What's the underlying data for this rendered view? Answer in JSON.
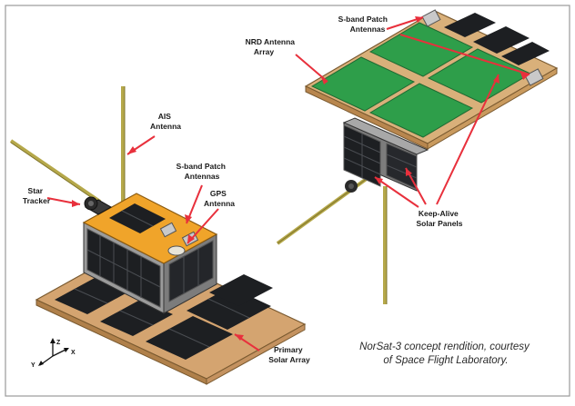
{
  "callouts": {
    "sband_top": [
      "S-band Patch",
      "Antennas"
    ],
    "nrd": [
      "NRD Antenna",
      "Array"
    ],
    "ais": [
      "AIS",
      "Antenna"
    ],
    "sband_left": [
      "S-band Patch",
      "Antennas"
    ],
    "gps": [
      "GPS",
      "Antenna"
    ],
    "star": [
      "Star",
      "Tracker"
    ],
    "keep_alive": [
      "Keep-Alive",
      "Solar Panels"
    ],
    "primary": [
      "Primary",
      "Solar Array"
    ]
  },
  "caption": [
    "NorSat-3 concept rendition, courtesy",
    "of Space Flight Laboratory."
  ],
  "axes": {
    "x": "X",
    "y": "Y",
    "z": "Z"
  },
  "colors": {
    "callout": "#e8303c",
    "antenna_green": "#2e9e4a",
    "gold_deck": "#f0a42a",
    "rod": "#b5a84a",
    "frame_line": "#888888"
  }
}
